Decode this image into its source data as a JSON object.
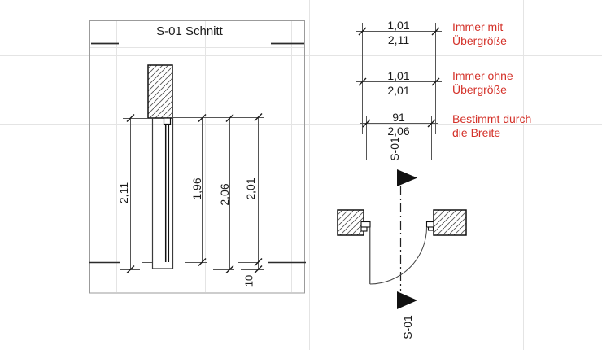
{
  "section_view": {
    "title": "S-01 Schnitt",
    "dims": {
      "h_oversize": "2,11",
      "h_leaf": "1,96",
      "h_frame": "2,06",
      "h_clear": "2,01",
      "floor": "10"
    }
  },
  "dimension_rows": [
    {
      "above": "1,01",
      "below": "2,11",
      "note1": "Immer mit",
      "note2": "Übergröße"
    },
    {
      "above": "1,01",
      "below": "2,01",
      "note1": "Immer ohne",
      "note2": "Übergröße"
    },
    {
      "above": "91",
      "below": "2,06",
      "note1": "Bestimmt durch",
      "note2": "die Breite"
    }
  ],
  "plan_view": {
    "marker_top": "S-01",
    "marker_bottom": "S-01"
  },
  "colors": {
    "annotation_red": "#d4322a",
    "ink": "#1b1b1b",
    "grid": "#e4e4e4"
  }
}
